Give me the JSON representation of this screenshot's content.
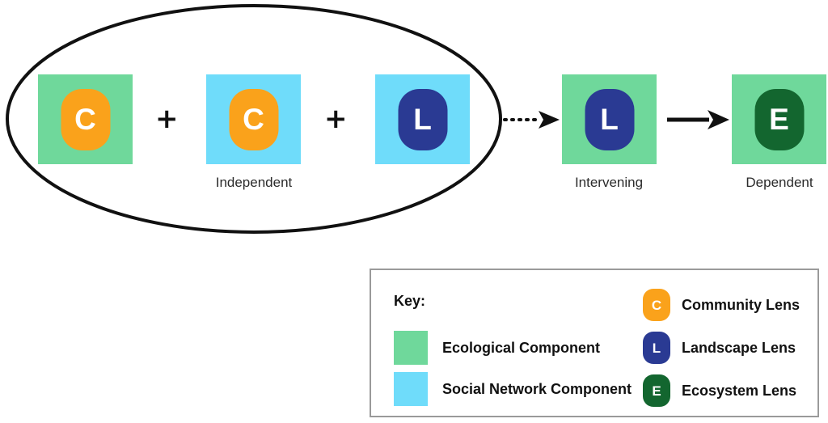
{
  "diagram": {
    "grouping": {
      "shape": "ellipse",
      "label": "Independent",
      "stroke_color": "#111111"
    },
    "nodes": [
      {
        "id": "node-eco-community",
        "component": "Ecological Component",
        "component_color": "#6FD89B",
        "lens_letter": "C",
        "lens_name": "Community Lens",
        "lens_color": "#FAA21B"
      },
      {
        "id": "node-social-community",
        "component": "Social Network Component",
        "component_color": "#6FDCFA",
        "lens_letter": "C",
        "lens_name": "Community Lens",
        "lens_color": "#FAA21B"
      },
      {
        "id": "node-social-landscape",
        "component": "Social Network Component",
        "component_color": "#6FDCFA",
        "lens_letter": "L",
        "lens_name": "Landscape Lens",
        "lens_color": "#2A3A93"
      },
      {
        "id": "node-eco-landscape",
        "component": "Ecological Component",
        "component_color": "#6FD89B",
        "lens_letter": "L",
        "lens_name": "Landscape Lens",
        "lens_color": "#2A3A93"
      },
      {
        "id": "node-eco-ecosystem",
        "component": "Ecological Component",
        "component_color": "#6FD89B",
        "lens_letter": "E",
        "lens_name": "Ecosystem Lens",
        "lens_color": "#13662F"
      }
    ],
    "operators": [
      {
        "symbol": "+"
      },
      {
        "symbol": "+"
      }
    ],
    "stage_labels": [
      {
        "text": "Independent"
      },
      {
        "text": "Intervening"
      },
      {
        "text": "Dependent"
      }
    ],
    "connectors": [
      {
        "id": "connector-dotted",
        "style": "dotted",
        "head": "arrow"
      },
      {
        "id": "connector-solid",
        "style": "solid",
        "head": "arrow"
      }
    ]
  },
  "legend": {
    "title": "Key:",
    "components": [
      {
        "label": "Ecological Component",
        "color": "#6FD89B"
      },
      {
        "label": "Social Network Component",
        "color": "#6FDCFA"
      }
    ],
    "lenses": [
      {
        "letter": "C",
        "label": "Community Lens",
        "color": "#FAA21B"
      },
      {
        "letter": "L",
        "label": "Landscape Lens",
        "color": "#2A3A93"
      },
      {
        "letter": "E",
        "label": "Ecosystem Lens",
        "color": "#13662F"
      }
    ]
  }
}
